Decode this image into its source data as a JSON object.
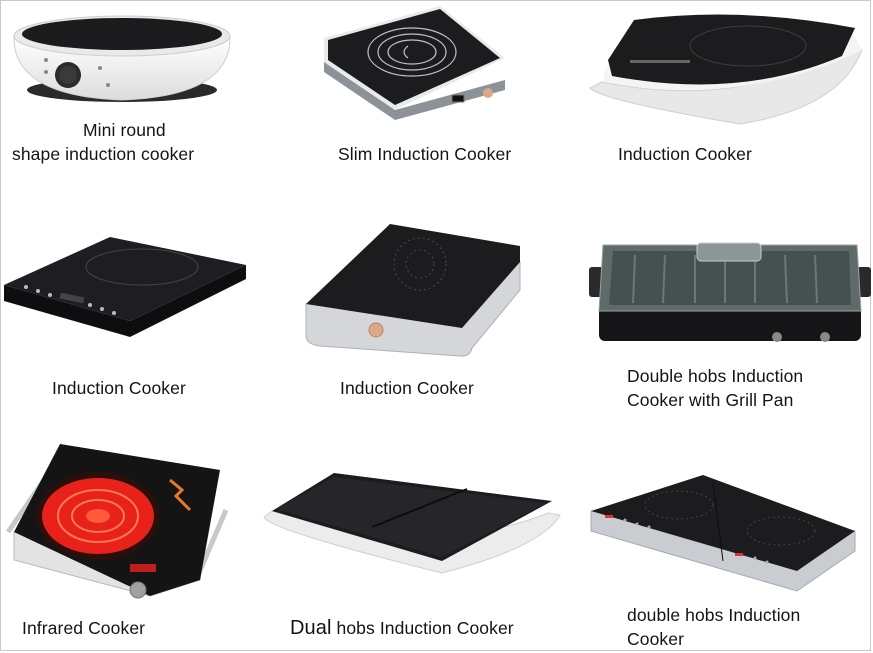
{
  "products": [
    {
      "id": "mini-round",
      "caption_line1": "Mini round",
      "caption_line2": "shape induction cooker"
    },
    {
      "id": "slim",
      "caption_line1": "Slim Induction Cooker"
    },
    {
      "id": "induction-1",
      "caption_line1": "Induction Cooker"
    },
    {
      "id": "induction-2",
      "caption_line1": "Induction Cooker"
    },
    {
      "id": "induction-3",
      "caption_line1": "Induction Cooker"
    },
    {
      "id": "grill",
      "caption_line1": "Double hobs Induction",
      "caption_line2": "Cooker with Grill Pan"
    },
    {
      "id": "infrared",
      "caption_line1": "Infrared Cooker"
    },
    {
      "id": "dual",
      "caption_lead": "Dual",
      "caption_rest": " hobs Induction Cooker"
    },
    {
      "id": "double-hobs",
      "caption_line1": "double hobs Induction",
      "caption_line2": "Cooker"
    }
  ],
  "colors": {
    "glass": "#1c1c1f",
    "body_white": "#f2f2f2",
    "metal": "#b8bcc2",
    "heating_red": "#e8221b",
    "knob_copper": "#d9a98a"
  }
}
